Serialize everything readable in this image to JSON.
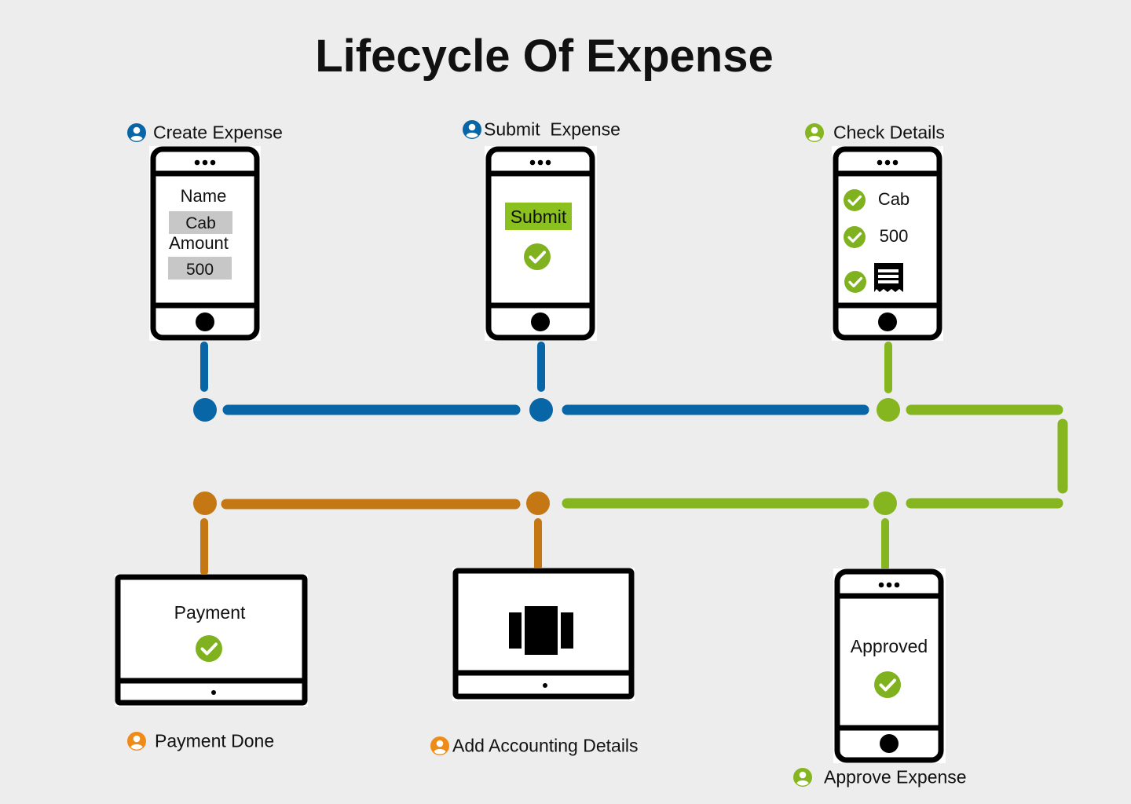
{
  "title": "Lifecycle Of Expense",
  "colors": {
    "blue": "#0866a6",
    "green": "#85b51f",
    "orange": "#c47712",
    "person_orange": "#ef8b18",
    "check_green": "#7fb21e",
    "submit_bg": "#8bc11e",
    "field_bg": "#c7c7c7",
    "background": "#ededed"
  },
  "steps": {
    "create": {
      "label": "Create Expense",
      "icon": "person-icon",
      "color": "blue",
      "screen": {
        "name_label": "Name",
        "name_value": "Cab",
        "amount_label": "Amount",
        "amount_value": "500"
      }
    },
    "submit": {
      "label": "Submit  Expense",
      "icon": "person-icon",
      "color": "blue",
      "screen": {
        "button": "Submit",
        "status_icon": "check-icon"
      }
    },
    "check": {
      "label": "Check Details",
      "icon": "person-icon",
      "color": "green",
      "screen": {
        "item1": "Cab",
        "item2": "500",
        "item3_icon": "receipt-icon"
      }
    },
    "approve": {
      "label": "Approve Expense",
      "icon": "person-icon",
      "color": "green",
      "screen": {
        "text": "Approved",
        "status_icon": "check-icon"
      }
    },
    "accounting": {
      "label": "Add Accounting Details",
      "icon": "person-icon",
      "color": "orange",
      "screen": {
        "icon": "carousel-icon"
      }
    },
    "payment": {
      "label": "Payment Done",
      "icon": "person-icon",
      "color": "orange",
      "screen": {
        "text": "Payment",
        "status_icon": "check-icon"
      }
    }
  }
}
